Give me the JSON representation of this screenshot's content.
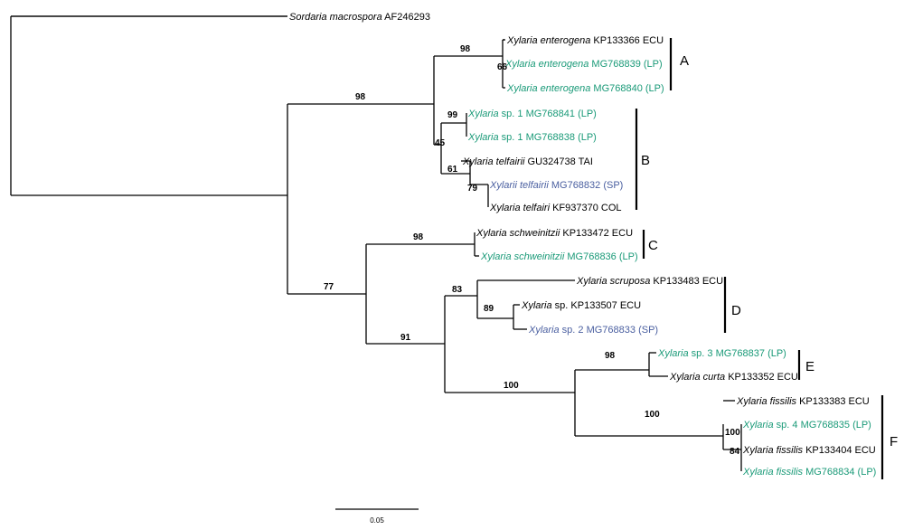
{
  "colors": {
    "reference": "#000000",
    "LP": "#1a9a78",
    "SP": "#4a5fa0"
  },
  "taxa": [
    {
      "key": "sordaria",
      "genus": "Sordaria macrospora",
      "rest": " AF246293",
      "group": "reference"
    },
    {
      "key": "xent_kp133366",
      "genus": "Xylaria enterogena",
      "rest": " KP133366 ECU",
      "group": "reference"
    },
    {
      "key": "xent_mg768839",
      "genus": "Xylaria enterogena",
      "rest": " MG768839 (LP)",
      "group": "LP"
    },
    {
      "key": "xent_mg768840",
      "genus": "Xylaria enterogena",
      "rest": " MG768840 (LP)",
      "group": "LP"
    },
    {
      "key": "xsp1_mg768841",
      "genus": "Xylaria",
      "rest": " sp. 1 MG768841 (LP)",
      "group": "LP"
    },
    {
      "key": "xsp1_mg768838",
      "genus": "Xylaria",
      "rest": " sp. 1 MG768838 (LP)",
      "group": "LP"
    },
    {
      "key": "xtel_gu324738",
      "genus": "Xylaria telfairii",
      "rest": " GU324738 TAI",
      "group": "reference"
    },
    {
      "key": "xtel_mg768832",
      "genus": "Xylarii telfairii",
      "rest": " MG768832 (SP)",
      "group": "SP"
    },
    {
      "key": "xtel_kf937370",
      "genus": "Xylaria telfairi",
      "rest": " KF937370 COL",
      "group": "reference"
    },
    {
      "key": "xsch_kp133472",
      "genus": "Xylaria schweinitzii",
      "rest": " KP133472 ECU",
      "group": "reference"
    },
    {
      "key": "xsch_mg768836",
      "genus": "Xylaria schweinitzii",
      "rest": " MG768836 (LP)",
      "group": "LP"
    },
    {
      "key": "xscr_kp133483",
      "genus": "Xylaria scruposa",
      "rest": " KP133483 ECU",
      "group": "reference"
    },
    {
      "key": "xsp_kp133507",
      "genus": "Xylaria",
      "rest": " sp. KP133507 ECU",
      "group": "reference"
    },
    {
      "key": "xsp2_mg768833",
      "genus": "Xylaria",
      "rest": " sp. 2 MG768833 (SP)",
      "group": "SP"
    },
    {
      "key": "xsp3_mg768837",
      "genus": "Xylaria",
      "rest": " sp. 3 MG768837 (LP)",
      "group": "LP"
    },
    {
      "key": "xcur_kp133352",
      "genus": "Xylaria curta",
      "rest": " KP133352 ECU",
      "group": "reference"
    },
    {
      "key": "xfis_kp133383",
      "genus": "Xylaria fissilis",
      "rest": " KP133383 ECU",
      "group": "reference"
    },
    {
      "key": "xsp4_mg768835",
      "genus": "Xylaria",
      "rest": " sp. 4 MG768835 (LP)",
      "group": "LP"
    },
    {
      "key": "xfis_kp133404",
      "genus": "Xylaria fissilis",
      "rest": " KP133404 ECU",
      "group": "reference"
    },
    {
      "key": "xfis_mg768834",
      "genus": "Xylaria fissilis",
      "rest": " MG768834 (LP)",
      "group": "LP"
    }
  ],
  "support_values": [
    {
      "key": "root_inner",
      "value": "98"
    },
    {
      "key": "clade_a",
      "value": "98"
    },
    {
      "key": "a_inner",
      "value": "66"
    },
    {
      "key": "ab_join",
      "value": "45"
    },
    {
      "key": "sp1",
      "value": "99"
    },
    {
      "key": "telfairii",
      "value": "61"
    },
    {
      "key": "telfairii_inner",
      "value": "79"
    },
    {
      "key": "cdef",
      "value": "77"
    },
    {
      "key": "clade_c",
      "value": "98"
    },
    {
      "key": "def",
      "value": "91"
    },
    {
      "key": "clade_d",
      "value": "83"
    },
    {
      "key": "d_inner",
      "value": "89"
    },
    {
      "key": "ef",
      "value": "100"
    },
    {
      "key": "clade_e",
      "value": "98"
    },
    {
      "key": "clade_f",
      "value": "100"
    },
    {
      "key": "f_inner",
      "value": "100"
    },
    {
      "key": "f_inner2",
      "value": "84"
    }
  ],
  "clades": [
    "A",
    "B",
    "C",
    "D",
    "E",
    "F"
  ],
  "scale_bar": {
    "label": "0.05"
  }
}
